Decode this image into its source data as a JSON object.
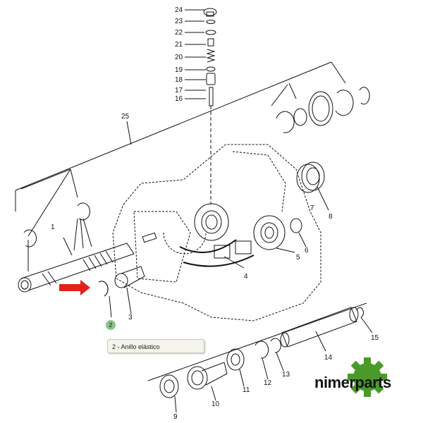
{
  "diagram": {
    "callouts": [
      {
        "id": "c24",
        "text": "24"
      },
      {
        "id": "c23",
        "text": "23"
      },
      {
        "id": "c22",
        "text": "22"
      },
      {
        "id": "c21",
        "text": "21"
      },
      {
        "id": "c20",
        "text": "20"
      },
      {
        "id": "c19",
        "text": "19"
      },
      {
        "id": "c18",
        "text": "18"
      },
      {
        "id": "c17",
        "text": "17"
      },
      {
        "id": "c16",
        "text": "16"
      },
      {
        "id": "c25",
        "text": "25"
      },
      {
        "id": "c1",
        "text": "1"
      },
      {
        "id": "c3",
        "text": "3"
      },
      {
        "id": "c4",
        "text": "4"
      },
      {
        "id": "c5",
        "text": "5"
      },
      {
        "id": "c6",
        "text": "6"
      },
      {
        "id": "c7",
        "text": "7"
      },
      {
        "id": "c8",
        "text": "8"
      },
      {
        "id": "c9",
        "text": "9"
      },
      {
        "id": "c10",
        "text": "10"
      },
      {
        "id": "c11",
        "text": "11"
      },
      {
        "id": "c12",
        "text": "12"
      },
      {
        "id": "c13",
        "text": "13"
      },
      {
        "id": "c14",
        "text": "14"
      },
      {
        "id": "c15",
        "text": "15"
      }
    ],
    "hotspot": {
      "text": "2"
    },
    "tooltip": {
      "text": "2 - Anillo elástico"
    }
  },
  "logo": {
    "text": "nimerparts",
    "accent": "#4a9a2a"
  },
  "colors": {
    "arrow": "#e0221b",
    "lines": "#111111"
  }
}
